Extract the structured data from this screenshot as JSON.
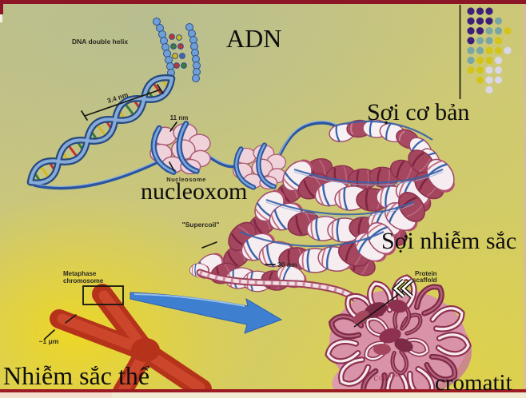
{
  "slide": {
    "labels": {
      "adn": "ADN",
      "dna_double_helix": "DNA double helix",
      "nm34": "3.4 nm",
      "nm11": "11 nm",
      "nucleosome_en": "Nucleosome",
      "nucleoxom": "nucleoxom",
      "soi_co_ban": "Sợi cơ bản",
      "supercoil": "\"Supercoil\"",
      "nm30": "30 nm",
      "soi_nhiem_sac": "Sợi nhiễm sắc",
      "metaphase1": "Metaphase",
      "metaphase2": "chromosome",
      "um1": "~1 μm",
      "protein1": "Protein",
      "protein2": "scaffold",
      "nhiem_sac_the": "Nhiễm sắc thể",
      "cromatit": "cromatit",
      "signature": "Copilea"
    },
    "colors": {
      "background_olive": "#c9c67c",
      "background_yellow": "#e6d32e",
      "border_maroon": "#8c1626",
      "bottom_strip_cream": "#f0ead2",
      "flow_arrow_blue": "#3f7fd0",
      "chromosome_red": "#c13920",
      "fiber_white": "#f6edf0",
      "fiber_maroon": "#a4465e",
      "ribbon_blue": "#3a62a8",
      "loop_mass_pink": "#d893a8"
    },
    "decor_dots": {
      "line_color": "#17150f",
      "palette": {
        "P": "#3d1f77",
        "T": "#7aa6a4",
        "Y": "#d3c41c",
        "L": "#d9d6ea"
      },
      "rows": [
        "PPP..",
        "PPPT.",
        "PPTTY",
        "PTTY.",
        "TTYYL",
        "TYYL.",
        "YYLL.",
        ".YLL.",
        "..L.."
      ]
    }
  }
}
